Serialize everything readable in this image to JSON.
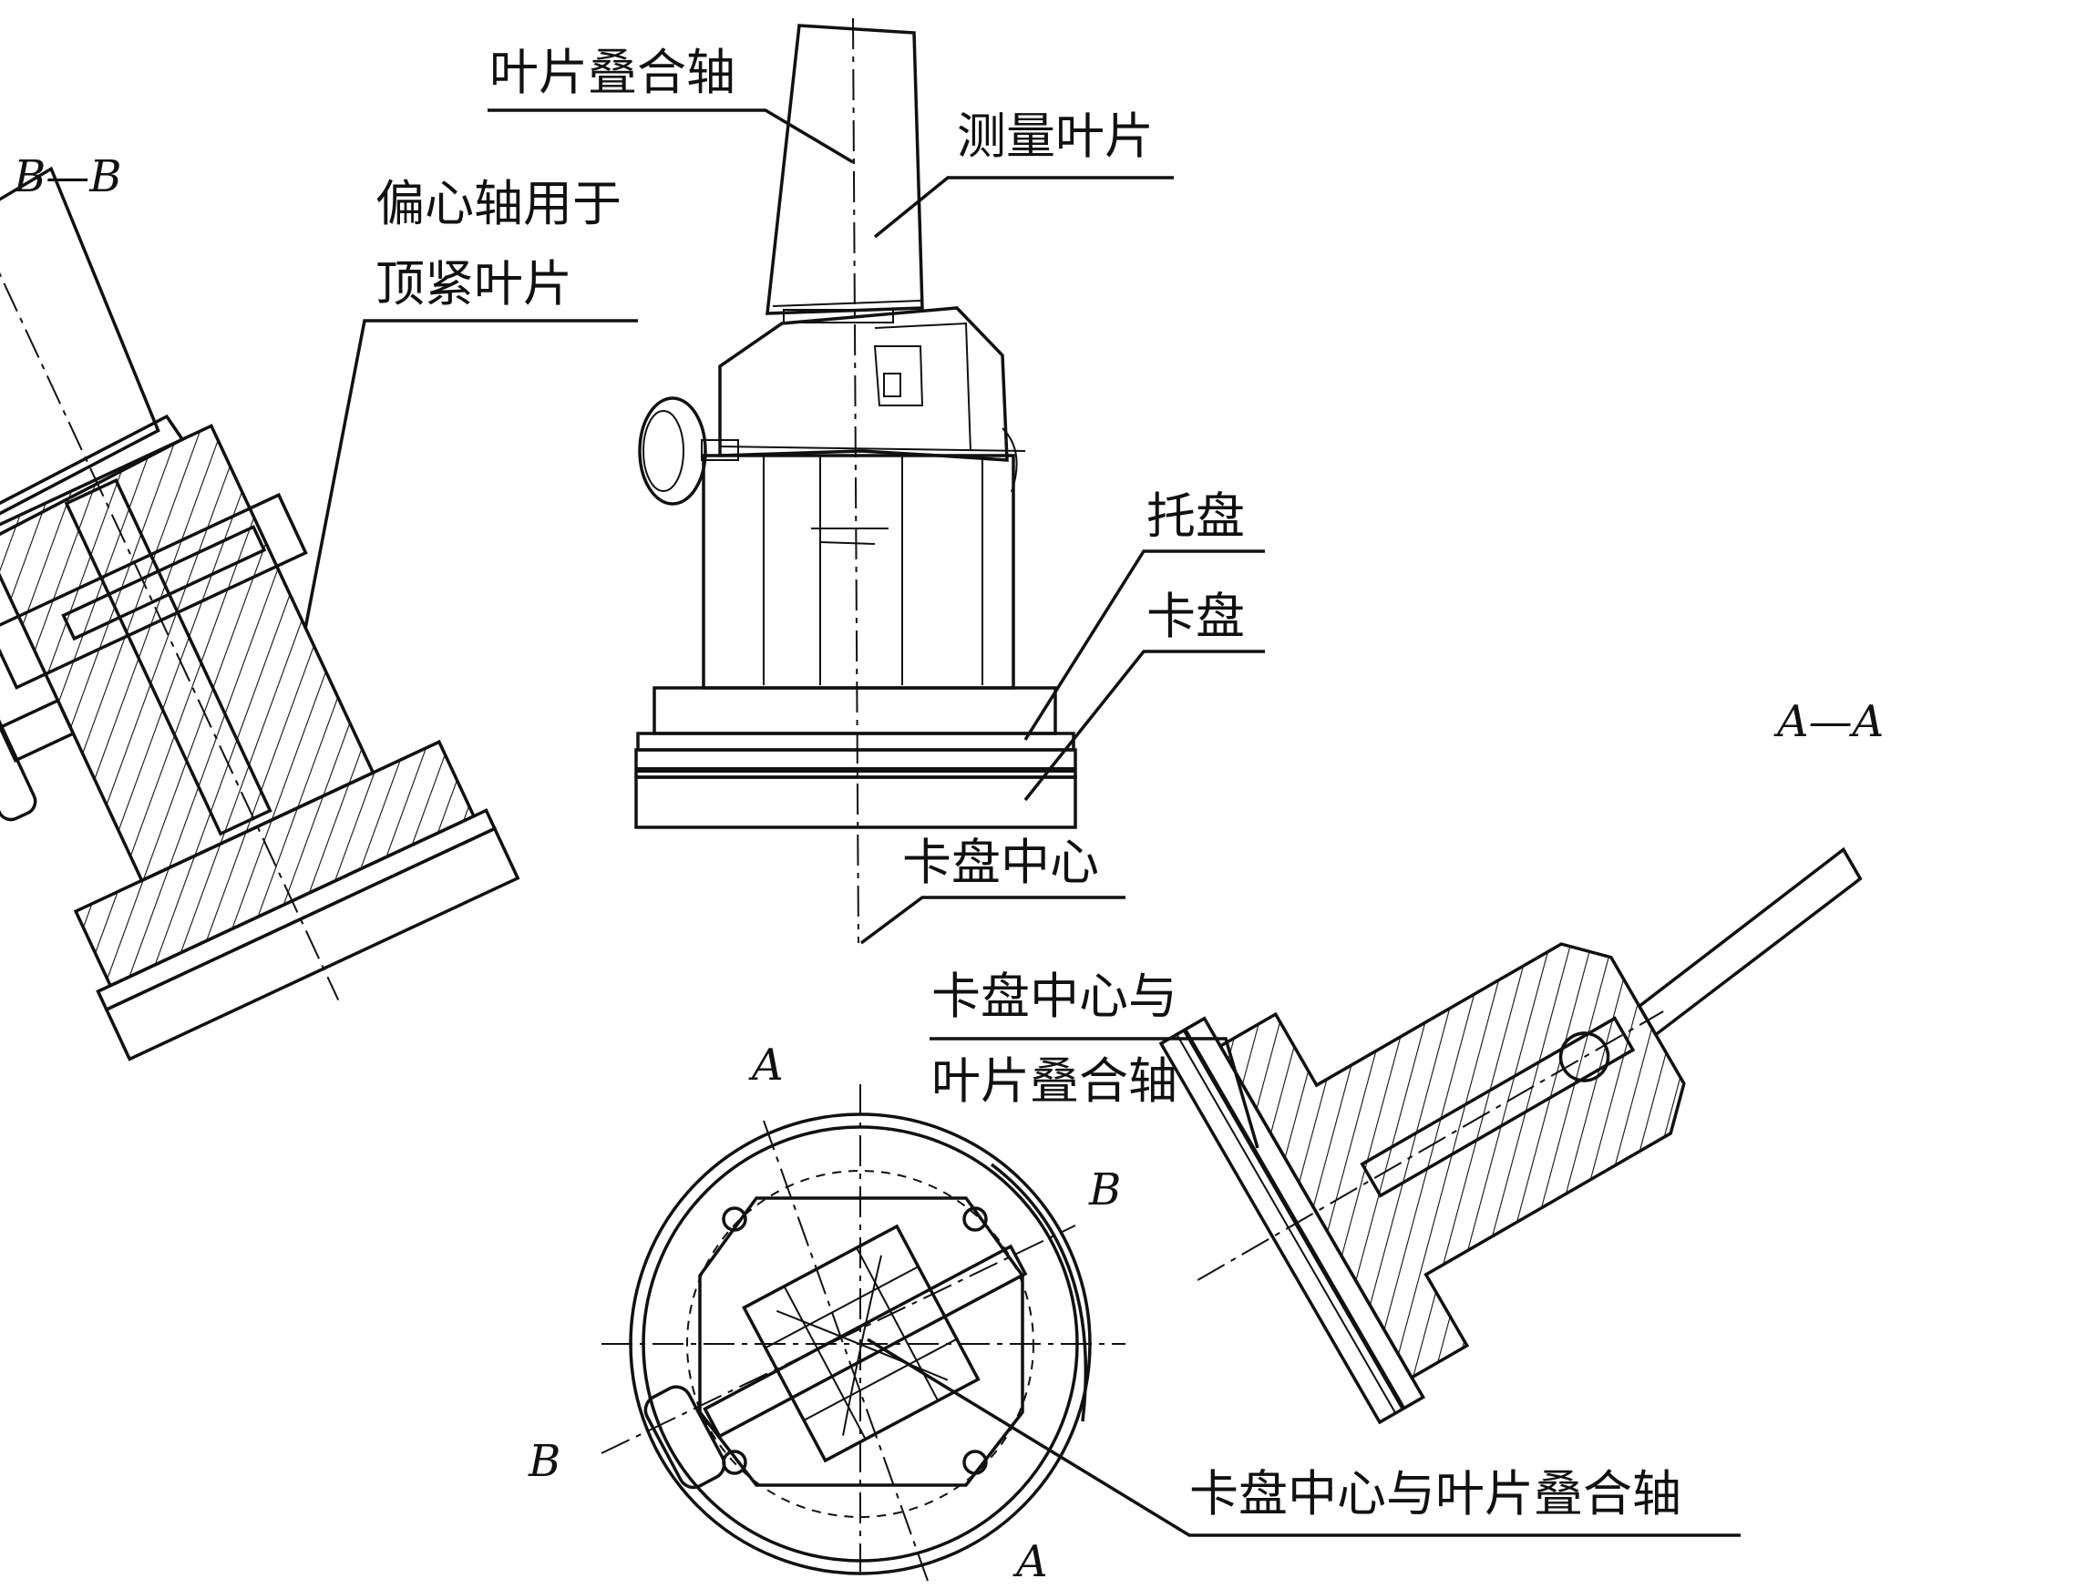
{
  "labels": {
    "stacking_axis": "叶片叠合轴",
    "measured_blade": "测量叶片",
    "eccentric_line1": "偏心轴用于",
    "eccentric_line2": "顶紧叶片",
    "pallet": "托盘",
    "chuck": "卡盘",
    "chuck_center": "卡盘中心",
    "chuck_center_axis_line1": "卡盘中心与",
    "chuck_center_axis_line2": "叶片叠合轴",
    "chuck_center_axis": "卡盘中心与叶片叠合轴"
  },
  "sections": {
    "bb": "B—B",
    "aa": "A—A",
    "a_top": "A",
    "a_bottom": "A",
    "b_right": "B",
    "b_left": "B"
  },
  "colors": {
    "ink": "#111111",
    "background": "#ffffff"
  }
}
